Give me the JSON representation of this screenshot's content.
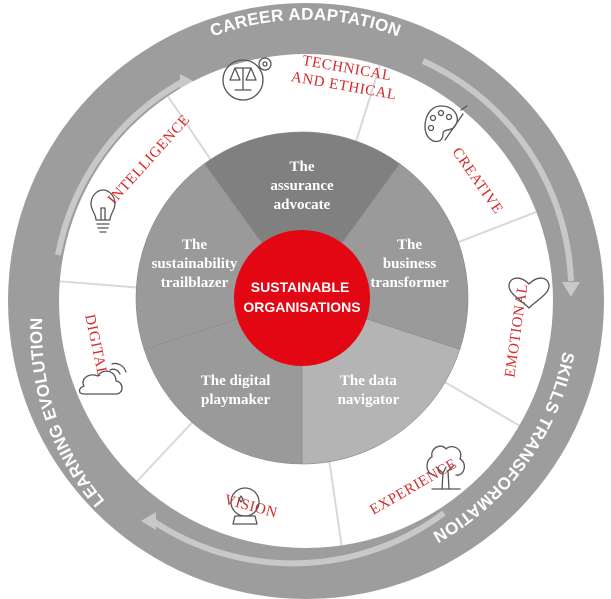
{
  "outer_ring": {
    "top": "CAREER ADAPTATION",
    "right": "SKILLS TRANSFORMATION",
    "left": "LEARNING EVOLUTION"
  },
  "segments": [
    {
      "label_lines": [
        "TECHNICAL",
        "AND ETHICAL"
      ],
      "icon": "scales-gears-icon"
    },
    {
      "label_lines": [
        "CREATIVE"
      ],
      "icon": "palette-icon"
    },
    {
      "label_lines": [
        "EMOTIONAL"
      ],
      "icon": "heart-icon"
    },
    {
      "label_lines": [
        "EXPERIENCE"
      ],
      "icon": "tree-icon"
    },
    {
      "label_lines": [
        "VISION"
      ],
      "icon": "crystal-ball-icon"
    },
    {
      "label_lines": [
        "DIGITAL"
      ],
      "icon": "cloud-icon"
    },
    {
      "label_lines": [
        "INTELLIGENCE"
      ],
      "icon": "lightbulb-icon"
    }
  ],
  "roles": [
    {
      "lines": [
        "The",
        "assurance",
        "advocate"
      ]
    },
    {
      "lines": [
        "The",
        "business",
        "transformer"
      ]
    },
    {
      "lines": [
        "The data",
        "navigator"
      ]
    },
    {
      "lines": [
        "The digital",
        "playmaker"
      ]
    },
    {
      "lines": [
        "The",
        "sustainability",
        "trailblazer"
      ]
    }
  ],
  "center": {
    "lines": [
      "SUSTAINABLE",
      "ORGANISATIONS"
    ]
  },
  "colors": {
    "outer_ring": "#9d9d9d",
    "arrows": "#c8c8c8",
    "segment_ring": "#ffffff",
    "segment_divider": "#d9d9d9",
    "segment_text": "#d52b2b",
    "pie_dark": "#808080",
    "pie_mid": "#9a9a9a",
    "pie_light": "#b4b4b4",
    "center": "#e30613",
    "icon_stroke": "#555555"
  }
}
